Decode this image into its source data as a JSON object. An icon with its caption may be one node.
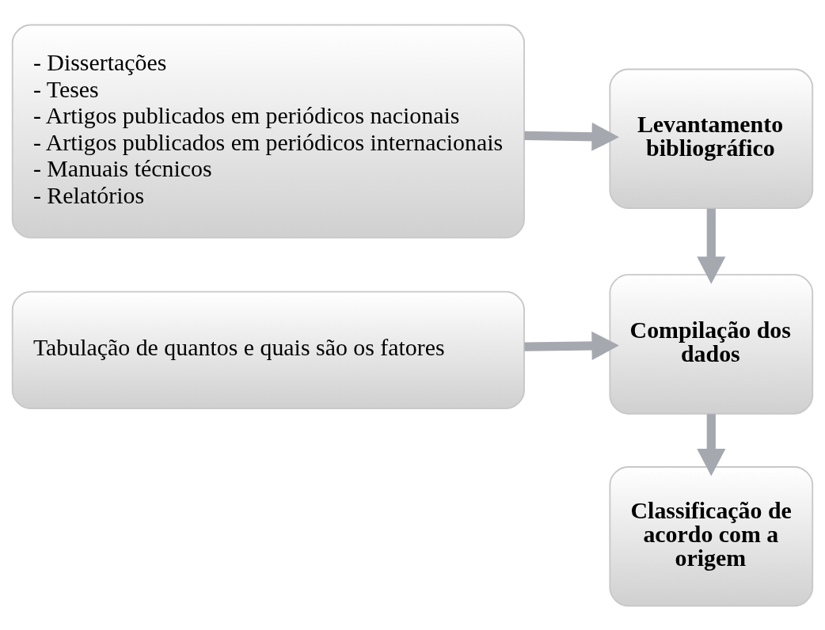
{
  "diagram": {
    "nodes": [
      {
        "text": [
          "- Dissertações",
          "- Teses",
          "- Artigos publicados em periódicos nacionais",
          "- Artigos publicados em periódicos internacionais",
          "- Manuais técnicos",
          "- Relatórios"
        ]
      },
      {
        "text": [
          "Levantamento bibliográfico"
        ]
      },
      {
        "text": [
          "Tabulação de quantos e quais são os fatores"
        ]
      },
      {
        "text": [
          "Compilação dos dados"
        ]
      },
      {
        "text": [
          "Classificação de acordo com a origem"
        ]
      }
    ],
    "edges": [
      {
        "from": 0,
        "to": 1,
        "arrow": "to"
      },
      {
        "from": 1,
        "to": 3,
        "arrow": "to"
      },
      {
        "from": 2,
        "to": 3,
        "arrow": "to"
      },
      {
        "from": 3,
        "to": 4,
        "arrow": "to"
      }
    ]
  }
}
